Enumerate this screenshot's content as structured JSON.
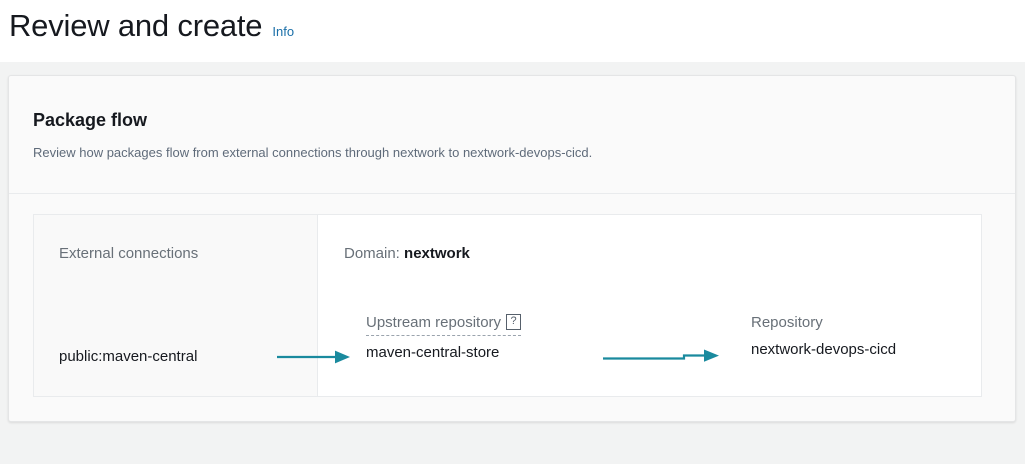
{
  "page": {
    "title": "Review and create",
    "info_link": "Info"
  },
  "card": {
    "title": "Package flow",
    "description": "Review how packages flow from external connections through nextwork to nextwork-devops-cicd."
  },
  "flow": {
    "left_column": {
      "header": "External connections",
      "node_value": "public:maven-central"
    },
    "right_column": {
      "domain_label": "Domain:",
      "domain_value": "nextwork",
      "upstream": {
        "label": "Upstream repository",
        "help_icon_glyph": "?",
        "value": "maven-central-store"
      },
      "repository": {
        "label": "Repository",
        "value": "nextwork-devops-cicd"
      }
    }
  },
  "colors": {
    "arrow": "#1a8a9e",
    "link": "#1a6fa8",
    "text_primary": "#16191f",
    "text_secondary": "#687078",
    "page_background": "#f2f3f3",
    "card_background": "#fafafa"
  },
  "icons": {
    "arrow_right": "arrow-right-icon",
    "help": "help-tofu-icon"
  }
}
